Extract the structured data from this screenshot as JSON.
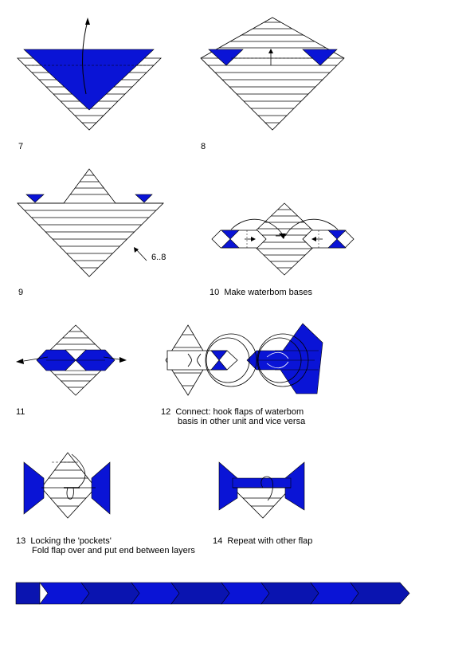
{
  "colors": {
    "blue": "#0a14d6",
    "dark_blue": "#0a14b0",
    "line": "#000000"
  },
  "steps": [
    {
      "number": "7",
      "text": ""
    },
    {
      "number": "8",
      "text": ""
    },
    {
      "number": "9",
      "text": "",
      "note": "6..8"
    },
    {
      "number": "10",
      "text": "Make waterbom bases"
    },
    {
      "number": "11",
      "text": ""
    },
    {
      "number": "12",
      "text": "Connect: hook flaps of waterbom",
      "text2": "basis in other unit and vice versa"
    },
    {
      "number": "13",
      "text": "Locking the 'pockets'",
      "text2": "Fold flap over and put end between layers"
    },
    {
      "number": "14",
      "text": "Repeat with other flap"
    }
  ]
}
